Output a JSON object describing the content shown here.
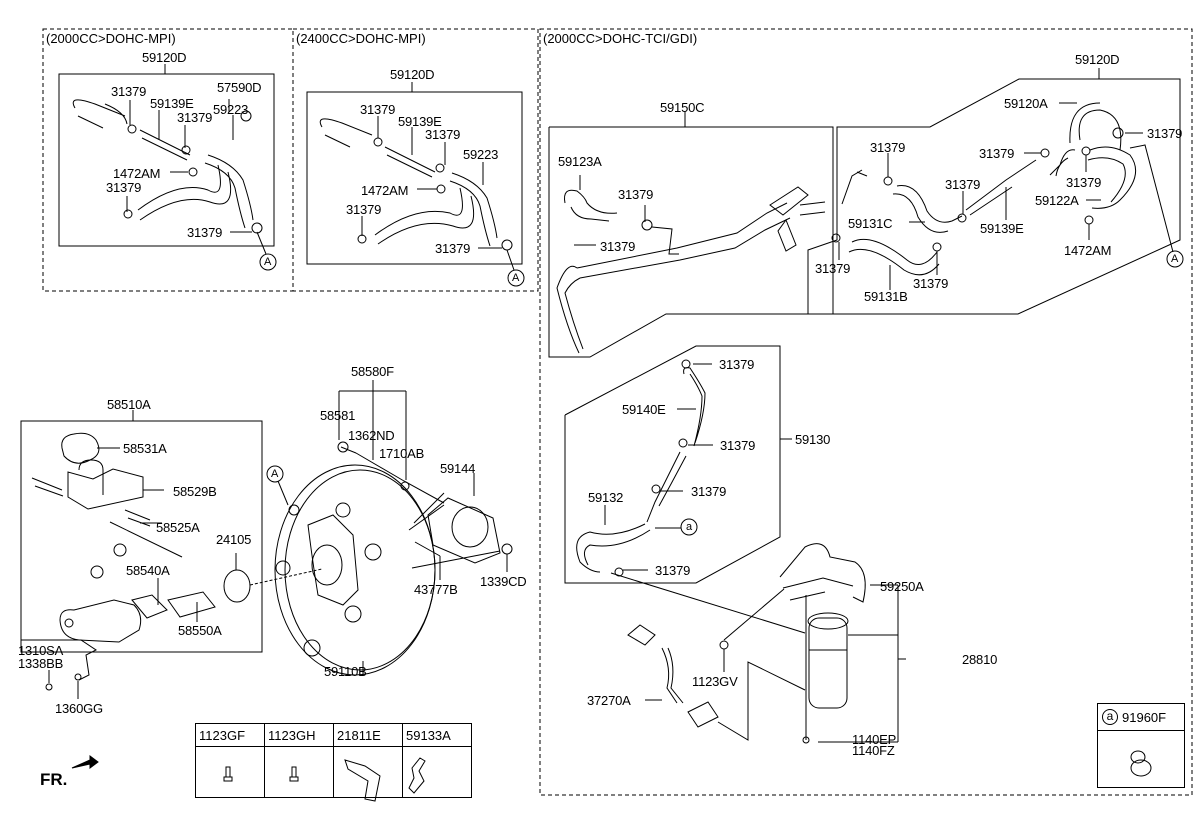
{
  "sections": {
    "mpi_2000": {
      "title": "(2000CC>DOHC-MPI)",
      "assembly": "59120D",
      "labels": {
        "clamp_a": "31379",
        "check_valve": "59139E",
        "clamp_b": "31379",
        "cap": "57590D",
        "hose": "59223",
        "clip": "1472AM",
        "clamp_c": "31379",
        "clamp_d": "31379",
        "ref": "A"
      }
    },
    "mpi_2400": {
      "title": "(2400CC>DOHC-MPI)",
      "assembly": "59120D",
      "labels": {
        "clamp_a": "31379",
        "check_valve": "59139E",
        "clamp_b": "31379",
        "hose": "59223",
        "clip": "1472AM",
        "clamp_c": "31379",
        "clamp_d": "31379",
        "ref": "A"
      }
    },
    "tci_gdi": {
      "title": "(2000CC>DOHC-TCI/GDI)",
      "pipe_assembly": "59150C",
      "hose_assembly": "59120D",
      "vacuum_assembly": "59130",
      "labels": {
        "hose_59123a": "59123A",
        "clamp_1": "31379",
        "clamp_2": "31379",
        "clamp_3": "31379",
        "hose_59131c": "59131C",
        "clamp_4": "31379",
        "clamp_5": "31379",
        "hose_59131b": "59131B",
        "clamp_6": "31379",
        "clamp_7": "31379",
        "check_valve": "59139E",
        "hose_59120a": "59120A",
        "clamp_8": "31379",
        "clamp_9": "31379",
        "hose_59122a": "59122A",
        "clip": "1472AM",
        "ref": "A",
        "clamp_10": "31379",
        "hose_59140e": "59140E",
        "clamp_11": "31379",
        "clamp_12": "31379",
        "hose_59132": "59132",
        "ref_a": "a",
        "clamp_13": "31379",
        "bracket": "59250A",
        "pump": "28810",
        "bolt_1123gv": "1123GV",
        "harness": "37270A",
        "bolt_1140ep": "1140EP",
        "bolt_1140fz": "1140FZ"
      }
    },
    "master_cylinder": {
      "assembly": "58510A",
      "labels": {
        "cap": "58531A",
        "reservoir": "58529B",
        "pin": "58525A",
        "oring": "24105",
        "primary_piston": "58540A",
        "secondary_piston": "58550A",
        "nut_1": "1310SA",
        "nut_2": "1338BB",
        "washer": "1360GG"
      }
    },
    "booster": {
      "assembly": "59110B",
      "labels": {
        "clevis_kit": "58580F",
        "clevis": "58581",
        "pin": "1362ND",
        "clip": "1710AB",
        "gasket": "59144",
        "bracket": "43777B",
        "nut": "1339CD",
        "ref": "A"
      }
    }
  },
  "parts_table": {
    "headers": [
      "1123GF",
      "1123GH",
      "21811E",
      "59133A"
    ]
  },
  "legend": {
    "marker": "a",
    "part": "91960F"
  },
  "direction_marker": "FR."
}
